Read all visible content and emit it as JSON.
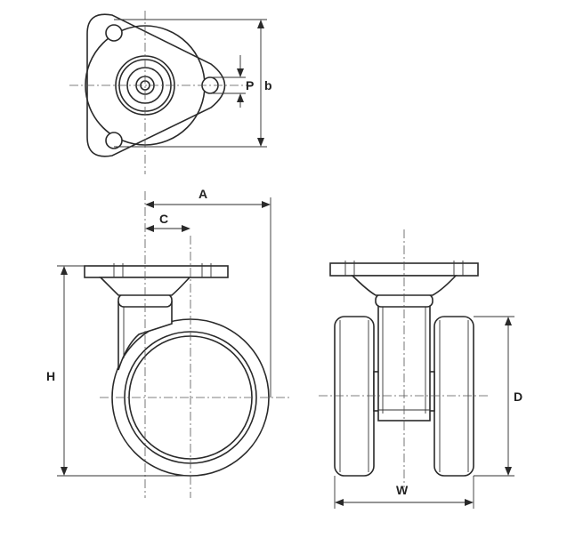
{
  "dimensions": {
    "P": "P",
    "b": "b",
    "A": "A",
    "C": "C",
    "H": "H",
    "D": "D",
    "W": "W"
  }
}
